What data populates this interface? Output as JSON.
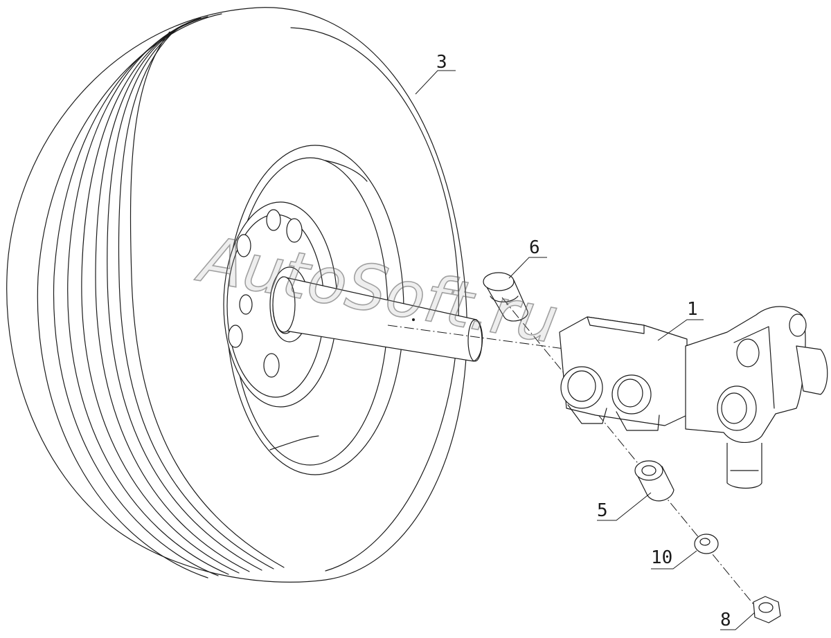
{
  "watermark": "AutoSoft.ru",
  "callouts": {
    "c1": "1",
    "c3": "3",
    "c5": "5",
    "c6": "6",
    "c8": "8",
    "c10": "10"
  },
  "colors": {
    "line": "#1a1a1a",
    "background": "#ffffff"
  }
}
